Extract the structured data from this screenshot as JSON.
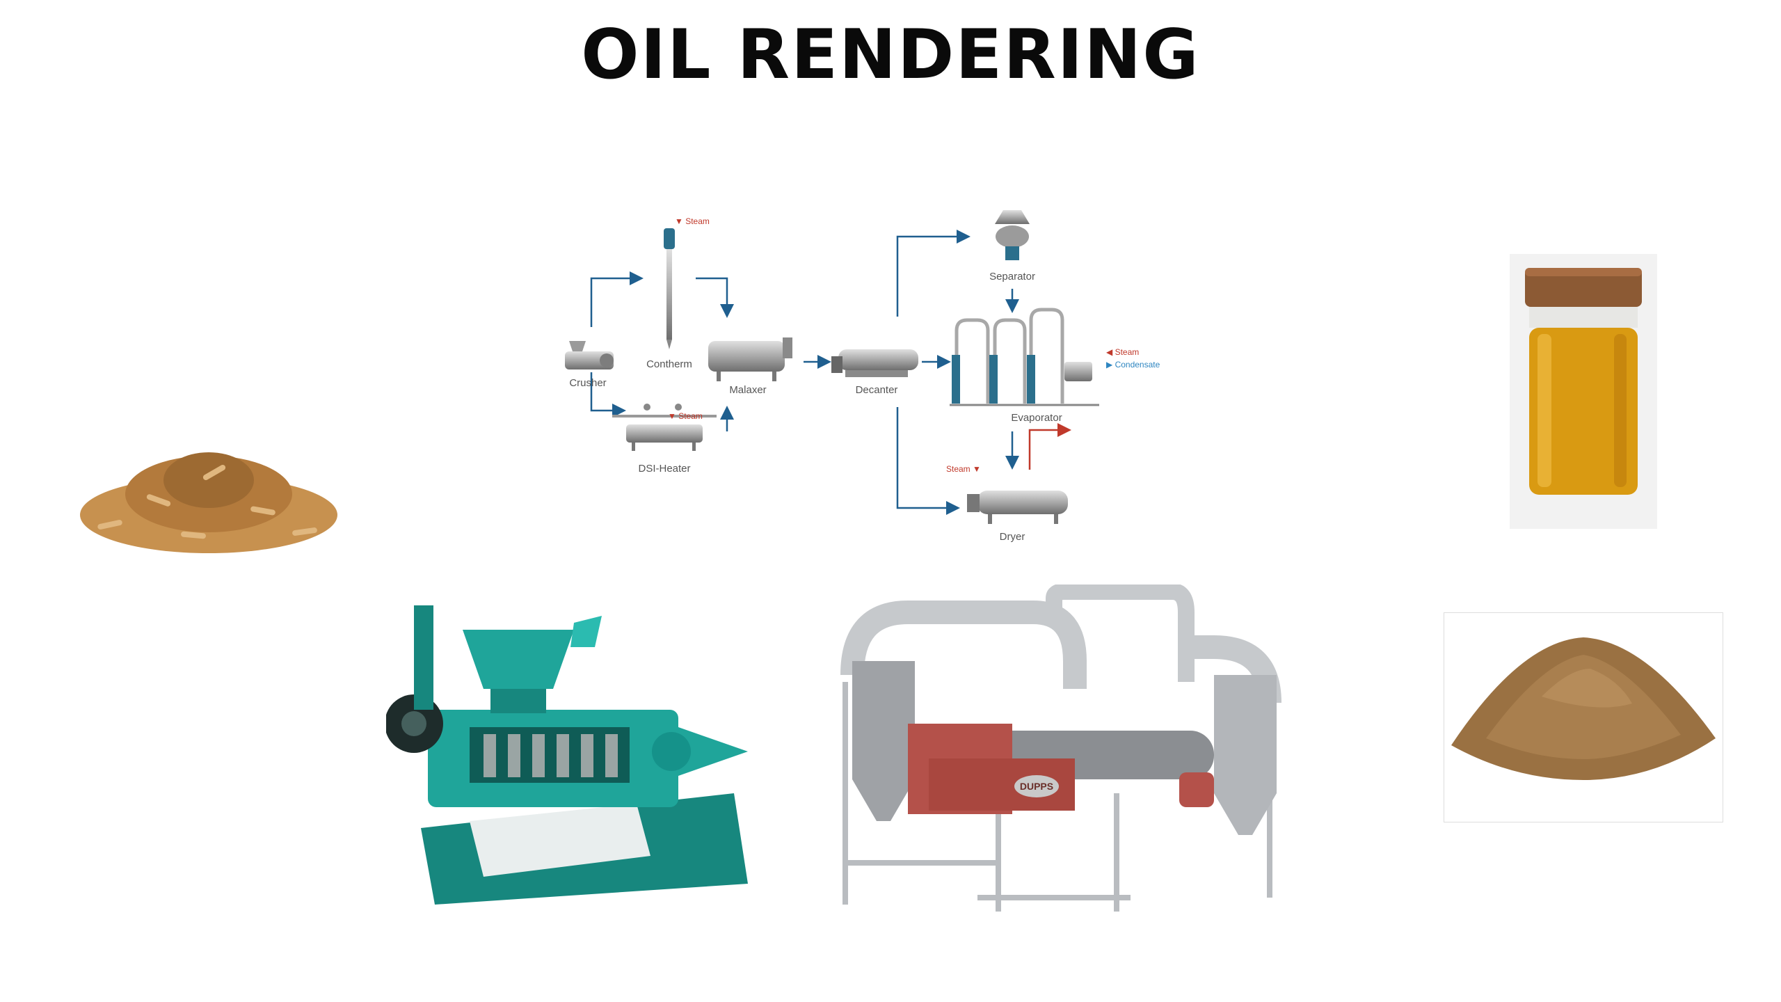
{
  "title": "OIL RENDERING",
  "process_flow": {
    "nodes": {
      "crusher": "Crusher",
      "contherm": "Contherm",
      "malaxer": "Malaxer",
      "dsi_heater": "DSI-Heater",
      "decanter": "Decanter",
      "separator": "Separator",
      "evaporator": "Evaporator",
      "dryer": "Dryer"
    },
    "steam_label": "Steam",
    "condensate_label": "Condensate"
  },
  "images": {
    "larvae_pile": "dried-larvae-icon",
    "oil_jar": "oil-jar-icon",
    "oil_press": "oil-press-machine-icon",
    "rendering_plant": "rendering-plant-icon",
    "plant_brand": "DUPPS",
    "protein_meal": "protein-meal-powder-icon"
  },
  "colors": {
    "arrow_blue": "#1f5f8f",
    "steam_red": "#c0392b",
    "condensate_blue": "#2e86c1",
    "press_teal": "#1fa59a",
    "plant_red": "#b4514a",
    "oil_amber": "#d99a12"
  }
}
